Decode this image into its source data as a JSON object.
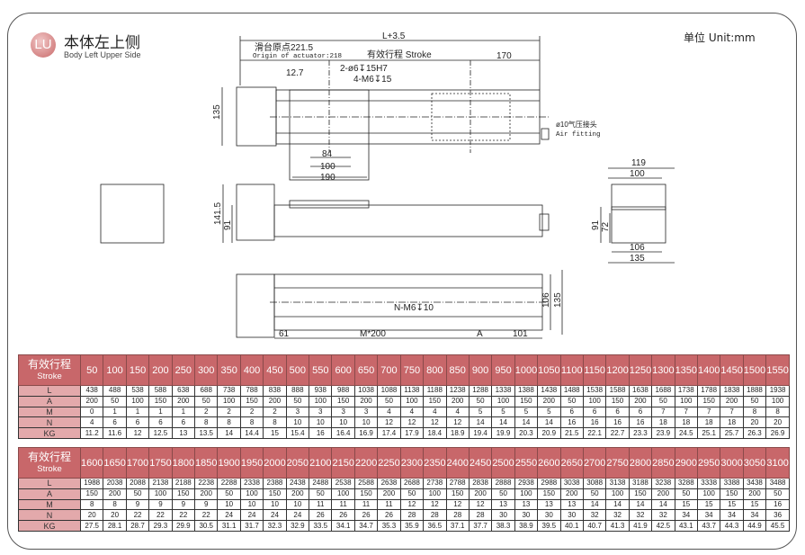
{
  "header": {
    "logo": "LU",
    "title_cn": "本体左上侧",
    "title_en": "Body Left Upper Side",
    "unit": "单位 Unit:mm"
  },
  "drawing": {
    "top_view": {
      "overall": "L+3.5",
      "origin_cn": "滑台原点221.5",
      "origin_en": "Origin of actuator:218",
      "stroke": "有效行程 Stroke",
      "end_offset": "170",
      "offset": "12.7",
      "holes1": "2-ø6↧15H7",
      "holes2": "4-M6↧15",
      "height": "135",
      "w84": "84",
      "w100": "100",
      "w190": "190",
      "air_cn": "ø10气压接头",
      "air_en": "Air fitting"
    },
    "side_view": {
      "h1": "141.5",
      "h2": "91"
    },
    "end_view": {
      "w119": "119",
      "w100": "100",
      "h91": "91",
      "h72": "72",
      "w106": "106",
      "w135": "135"
    },
    "bottom_view": {
      "holes": "N-M6↧10",
      "d61": "61",
      "pitch": "M*200",
      "a": "A",
      "d101": "101",
      "h106": "106",
      "h135": "135"
    }
  },
  "tables": [
    {
      "header_cn": "有效行程",
      "header_en": "Stroke",
      "row_labels": [
        "L",
        "A",
        "M",
        "N",
        "KG"
      ],
      "strokes": [
        "50",
        "100",
        "150",
        "200",
        "250",
        "300",
        "350",
        "400",
        "450",
        "500",
        "550",
        "600",
        "650",
        "700",
        "750",
        "800",
        "850",
        "900",
        "950",
        "1000",
        "1050",
        "1100",
        "1150",
        "1200",
        "1250",
        "1300",
        "1350",
        "1400",
        "1450",
        "1500",
        "1550"
      ],
      "rows": [
        [
          "438",
          "488",
          "538",
          "588",
          "638",
          "688",
          "738",
          "788",
          "838",
          "888",
          "938",
          "988",
          "1038",
          "1088",
          "1138",
          "1188",
          "1238",
          "1288",
          "1338",
          "1388",
          "1438",
          "1488",
          "1538",
          "1588",
          "1638",
          "1688",
          "1738",
          "1788",
          "1838",
          "1888",
          "1938"
        ],
        [
          "200",
          "50",
          "100",
          "150",
          "200",
          "50",
          "100",
          "150",
          "200",
          "50",
          "100",
          "150",
          "200",
          "50",
          "100",
          "150",
          "200",
          "50",
          "100",
          "150",
          "200",
          "50",
          "100",
          "150",
          "200",
          "50",
          "100",
          "150",
          "200",
          "50",
          "100"
        ],
        [
          "0",
          "1",
          "1",
          "1",
          "1",
          "2",
          "2",
          "2",
          "2",
          "3",
          "3",
          "3",
          "3",
          "4",
          "4",
          "4",
          "4",
          "5",
          "5",
          "5",
          "5",
          "6",
          "6",
          "6",
          "6",
          "7",
          "7",
          "7",
          "7",
          "8",
          "8"
        ],
        [
          "4",
          "6",
          "6",
          "6",
          "6",
          "8",
          "8",
          "8",
          "8",
          "10",
          "10",
          "10",
          "10",
          "12",
          "12",
          "12",
          "12",
          "14",
          "14",
          "14",
          "14",
          "16",
          "16",
          "16",
          "16",
          "18",
          "18",
          "18",
          "18",
          "20",
          "20"
        ],
        [
          "11.2",
          "11.6",
          "12",
          "12.5",
          "13",
          "13.5",
          "14",
          "14.4",
          "15",
          "15.4",
          "16",
          "16.4",
          "16.9",
          "17.4",
          "17.9",
          "18.4",
          "18.9",
          "19.4",
          "19.9",
          "20.3",
          "20.9",
          "21.5",
          "22.1",
          "22.7",
          "23.3",
          "23.9",
          "24.5",
          "25.1",
          "25.7",
          "26.3",
          "26.9"
        ]
      ]
    },
    {
      "header_cn": "有效行程",
      "header_en": "Stroke",
      "row_labels": [
        "L",
        "A",
        "M",
        "N",
        "KG"
      ],
      "strokes": [
        "1600",
        "1650",
        "1700",
        "1750",
        "1800",
        "1850",
        "1900",
        "1950",
        "2000",
        "2050",
        "2100",
        "2150",
        "2200",
        "2250",
        "2300",
        "2350",
        "2400",
        "2450",
        "2500",
        "2550",
        "2600",
        "2650",
        "2700",
        "2750",
        "2800",
        "2850",
        "2900",
        "2950",
        "3000",
        "3050",
        "3100"
      ],
      "rows": [
        [
          "1988",
          "2038",
          "2088",
          "2138",
          "2188",
          "2238",
          "2288",
          "2338",
          "2388",
          "2438",
          "2488",
          "2538",
          "2588",
          "2638",
          "2688",
          "2738",
          "2788",
          "2838",
          "2888",
          "2938",
          "2988",
          "3038",
          "3088",
          "3138",
          "3188",
          "3238",
          "3288",
          "3338",
          "3388",
          "3438",
          "3488"
        ],
        [
          "150",
          "200",
          "50",
          "100",
          "150",
          "200",
          "50",
          "100",
          "150",
          "200",
          "50",
          "100",
          "150",
          "200",
          "50",
          "100",
          "150",
          "200",
          "50",
          "100",
          "150",
          "200",
          "50",
          "100",
          "150",
          "200",
          "50",
          "100",
          "150",
          "200",
          "50"
        ],
        [
          "8",
          "8",
          "9",
          "9",
          "9",
          "9",
          "10",
          "10",
          "10",
          "10",
          "11",
          "11",
          "11",
          "11",
          "12",
          "12",
          "12",
          "12",
          "13",
          "13",
          "13",
          "13",
          "14",
          "14",
          "14",
          "14",
          "15",
          "15",
          "15",
          "15",
          "16"
        ],
        [
          "20",
          "20",
          "22",
          "22",
          "22",
          "22",
          "24",
          "24",
          "24",
          "24",
          "26",
          "26",
          "26",
          "26",
          "28",
          "28",
          "28",
          "28",
          "30",
          "30",
          "30",
          "30",
          "32",
          "32",
          "32",
          "32",
          "34",
          "34",
          "34",
          "34",
          "36"
        ],
        [
          "27.5",
          "28.1",
          "28.7",
          "29.3",
          "29.9",
          "30.5",
          "31.1",
          "31.7",
          "32.3",
          "32.9",
          "33.5",
          "34.1",
          "34.7",
          "35.3",
          "35.9",
          "36.5",
          "37.1",
          "37.7",
          "38.3",
          "38.9",
          "39.5",
          "40.1",
          "40.7",
          "41.3",
          "41.9",
          "42.5",
          "43.1",
          "43.7",
          "44.3",
          "44.9",
          "45.5"
        ]
      ]
    }
  ]
}
